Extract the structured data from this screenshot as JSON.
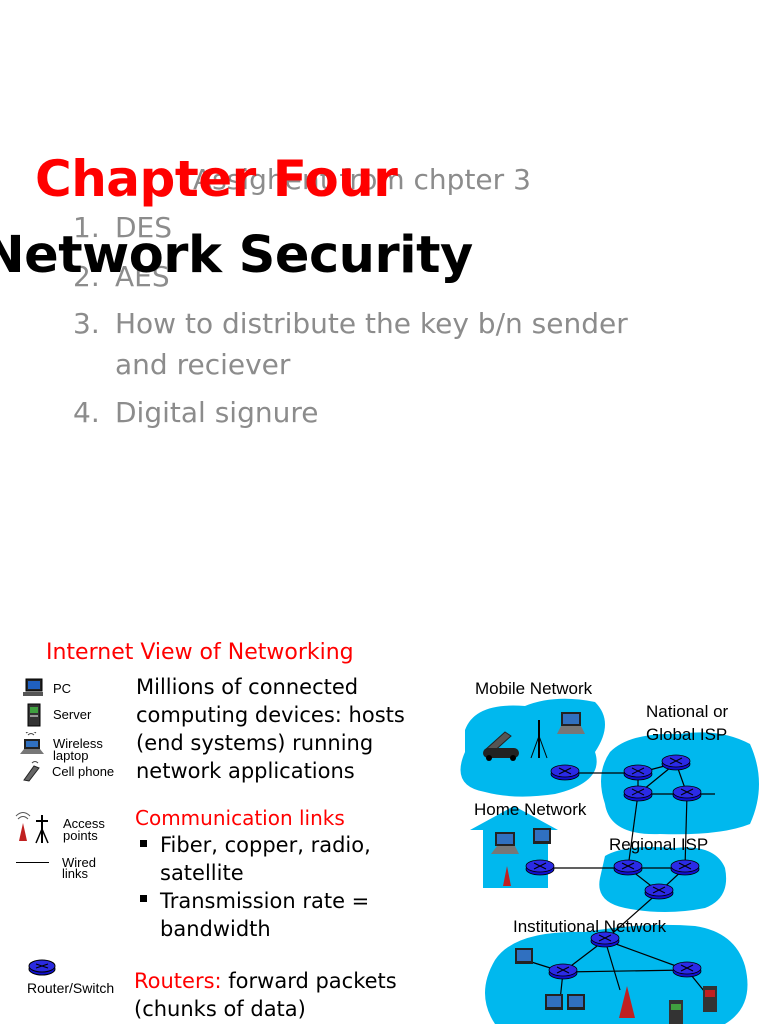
{
  "slide": {
    "chapter_title": "Chapter Four",
    "network_title": "Network Security",
    "assignment_heading": "Assighent from chpter 3",
    "assignment_items": [
      {
        "num": "1.",
        "lines": [
          "DES"
        ]
      },
      {
        "num": "2.",
        "lines": [
          "AES"
        ]
      },
      {
        "num": "3.",
        "lines": [
          "How to distribute the key b/n sender",
          "and reciever"
        ]
      },
      {
        "num": "4.",
        "lines": [
          "Digital signure"
        ]
      }
    ]
  },
  "lower": {
    "title": "Internet View of Networking",
    "legend": {
      "pc": "PC",
      "server": "Server",
      "wireless_line1": "Wireless",
      "wireless_line2": "laptop",
      "cell": "Cell phone",
      "access_line1": "Access",
      "access_line2": "points",
      "wired_line1": "Wired",
      "wired_line2": "links",
      "router": "Router/Switch"
    },
    "hosts_text": [
      "Millions of connected",
      "computing devices: hosts",
      "(end systems) running",
      "network applications"
    ],
    "links_heading": "Communication links",
    "links_bullets": [
      {
        "lines": [
          "Fiber, copper, radio,",
          "satellite"
        ]
      },
      {
        "lines": [
          "Transmission rate =",
          "bandwidth"
        ]
      }
    ],
    "routers_label": "Routers:",
    "routers_text_line1": " forward packets",
    "routers_text_line2": "(chunks of data)",
    "network_labels": {
      "mobile": "Mobile Network",
      "national_line1": "National or",
      "national_line2": "Global ISP",
      "home": "Home Network",
      "regional": "Regional ISP",
      "institutional": "Institutional Network"
    },
    "colors": {
      "cloud": "#00b8ee",
      "router": "#1010d0",
      "accent_red": "#ff0000"
    }
  }
}
